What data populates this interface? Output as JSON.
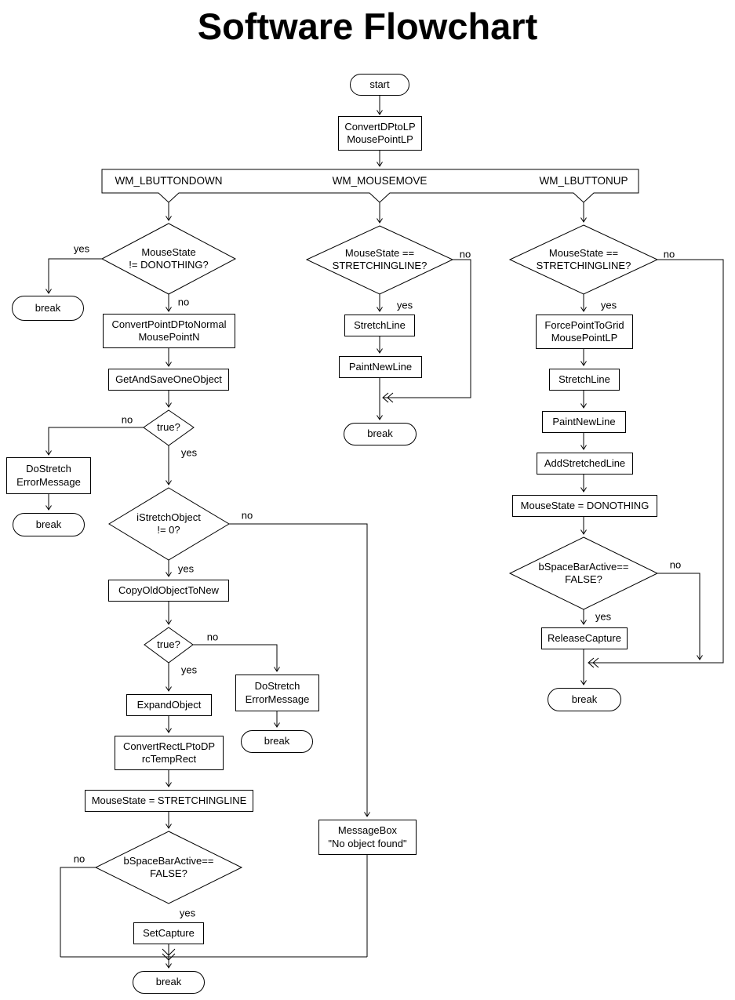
{
  "title": "Software Flowchart",
  "edge_labels": {
    "yes": "yes",
    "no": "no"
  },
  "band": {
    "lbuttondown": "WM_LBUTTONDOWN",
    "mousemove": "WM_MOUSEMOVE",
    "lbuttonup": "WM_LBUTTONUP"
  },
  "nodes": {
    "start": "start",
    "convert_dp_to_lp": "ConvertDPtoLP\nMousePointLP",
    "mousestate_not_donothing": "MouseState\n!= DONOTHING?",
    "break": "break",
    "convert_point_dp_to_normal": "ConvertPointDPtoNormal\nMousePointN",
    "get_and_save_one_object": "GetAndSaveOneObject",
    "true_check": "true?",
    "do_stretch_error_message": "DoStretch\nErrorMessage",
    "istretch_object_not_zero": "iStretchObject\n!= 0?",
    "copy_old_object_to_new": "CopyOldObjectToNew",
    "expand_object": "ExpandObject",
    "convert_rect_lp_to_dp": "ConvertRectLPtoDP\nrcTempRect",
    "mousestate_stretchingline": "MouseState = STRETCHINGLINE",
    "bspacebar_false": "bSpaceBarActive==\nFALSE?",
    "set_capture": "SetCapture",
    "message_box": "MessageBox\n\"No object found\"",
    "mousestate_eq_stretchingline": "MouseState ==\nSTRETCHINGLINE?",
    "stretch_line": "StretchLine",
    "paint_new_line": "PaintNewLine",
    "force_point_to_grid": "ForcePointToGrid\nMousePointLP",
    "add_stretched_line": "AddStretchedLine",
    "mousestate_donothing": "MouseState = DONOTHING",
    "release_capture": "ReleaseCapture"
  }
}
